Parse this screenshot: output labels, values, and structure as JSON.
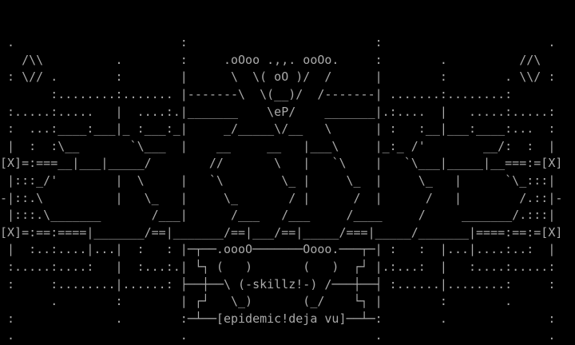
{
  "colors": {
    "background": "#000000",
    "text": "#aaaaaa"
  },
  "art": {
    "lines": [
      "",
      "",
      " .                       :                          :                       .",
      "   /\\\\          .        :     .oOoo .,,. ooOo.     :        .          //\\",
      " : \\// .        :        |      \\  \\( oO )/  /      |        :        . \\\\/ :",
      "       :........:....... |-------\\  \\(__)/  /-------| .......:........:",
      " :.....:.....   |  ....:.|_______    \\eP/    _______|.:....  |   .....:.....:",
      " :  ...:____:___|_ :___:_|     _/_____\\/__   \\      | :   :__|___:____:...  :",
      " |  :  :\\__       `\\___  |    __     __   |___\\     |_:_ /'        __/:  :  |",
      "[X]=:===__|___|_____/        //       \\   |   `\\    |   `\\___|_____|__===:=[X]",
      " |:::_/'        |  \\     |   `\\        \\_ |     \\_  |     \\_   |      `\\_:::|",
      "-|::.\\          |   \\_   |     \\_       / |      /  |      /   |        /.::|-",
      " |:::.\\_______       /___|      /___   /___     /____     /     _______/.:::|",
      "[X]=:==:====|_______/==|_______/==|___/==|_____/===|_____/_______|====:==:=[X]",
      " |  :..:....|...|  :   : |─┬──.oooO───────Oooo.───┬─| :   :  |...|....:..:  |",
      " :.....:....:   |  :...:.| └┐ (   )       (   )  ┌┘ |.:...:  |   :....:.....:",
      " :     :........|......: ├──┼──\\ (-skillz!-) /───┼──┤ :......|........:     :",
      "       .        :        | ┌┘   \\_)       (_/    └┐ |        :        .",
      " :              .        :─┴──[epidemic!deja vu]──┴─:        .              :",
      " .                       .                          .                       ."
    ]
  }
}
